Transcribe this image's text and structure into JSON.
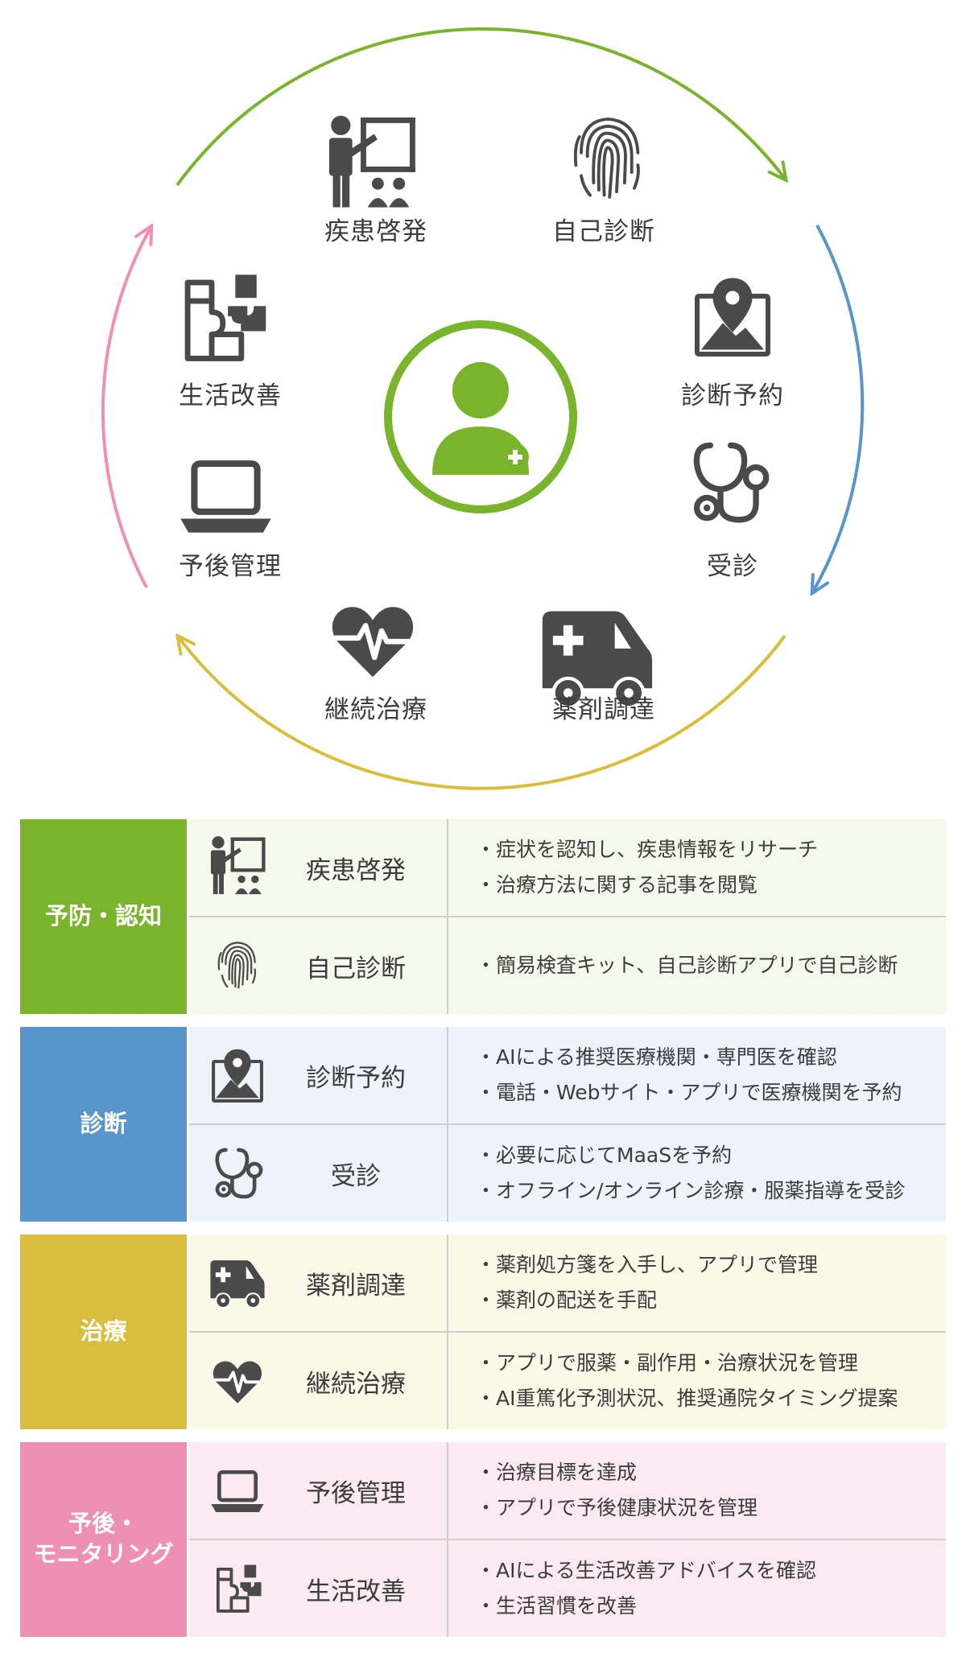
{
  "colors": {
    "green": "#7ab32c",
    "blue": "#5795cc",
    "yellow": "#d9be3e",
    "pink": "#ee8fb6",
    "icon": "#4a4a4a",
    "green_bg": "#f5f8ec",
    "blue_bg": "#edf3fa",
    "yellow_bg": "#faf8e6",
    "pink_bg": "#fbeaf1"
  },
  "center": {
    "icon": "medical-staff-icon"
  },
  "cycle": [
    {
      "label": "疾患啓発",
      "icon": "presentation-icon"
    },
    {
      "label": "自己診断",
      "icon": "fingerprint-icon"
    },
    {
      "label": "診断予約",
      "icon": "map-pin-icon"
    },
    {
      "label": "受診",
      "icon": "stethoscope-icon"
    },
    {
      "label": "薬剤調達",
      "icon": "ambulance-icon"
    },
    {
      "label": "継続治療",
      "icon": "heartbeat-icon"
    },
    {
      "label": "予後管理",
      "icon": "laptop-icon"
    },
    {
      "label": "生活改善",
      "icon": "puzzle-icon"
    }
  ],
  "groups": [
    {
      "name": "予防・認知",
      "rows": [
        {
          "name": "疾患啓発",
          "icon": "presentation-icon",
          "lines": [
            "・症状を認知し、疾患情報をリサーチ",
            "・治療方法に関する記事を閲覧"
          ]
        },
        {
          "name": "自己診断",
          "icon": "fingerprint-icon",
          "lines": [
            "・簡易検査キット、自己診断アプリで自己診断"
          ]
        }
      ]
    },
    {
      "name": "診断",
      "rows": [
        {
          "name": "診断予約",
          "icon": "map-pin-icon",
          "lines": [
            "・AIによる推奨医療機関・専門医を確認",
            "・電話・Webサイト・アプリで医療機関を予約"
          ]
        },
        {
          "name": "受診",
          "icon": "stethoscope-icon",
          "lines": [
            "・必要に応じてMaaSを予約",
            "・オフライン/オンライン診療・服薬指導を受診"
          ]
        }
      ]
    },
    {
      "name": "治療",
      "rows": [
        {
          "name": "薬剤調達",
          "icon": "ambulance-icon",
          "lines": [
            "・薬剤処方箋を入手し、アプリで管理",
            "・薬剤の配送を手配"
          ]
        },
        {
          "name": "継続治療",
          "icon": "heartbeat-icon",
          "lines": [
            "・アプリで服薬・副作用・治療状況を管理",
            "・AI重篤化予測状況、推奨通院タイミング提案"
          ]
        }
      ]
    },
    {
      "name_lines": [
        "予後・",
        "モニタリング"
      ],
      "rows": [
        {
          "name": "予後管理",
          "icon": "laptop-icon",
          "lines": [
            "・治療目標を達成",
            "・アプリで予後健康状況を管理"
          ]
        },
        {
          "name": "生活改善",
          "icon": "puzzle-icon",
          "lines": [
            "・AIによる生活改善アドバイスを確認",
            "・生活習慣を改善"
          ]
        }
      ]
    }
  ]
}
